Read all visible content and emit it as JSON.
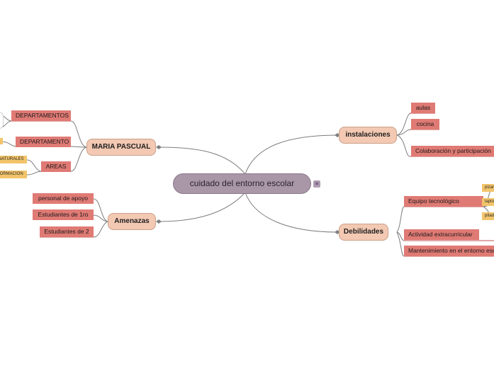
{
  "central": {
    "label": "cuidado del entorno escolar"
  },
  "branches": {
    "maria_pascual": {
      "label": "MARIA PASCUAL",
      "items": [
        "DEPARTAMENTOS",
        "DEPARTAMENTO",
        "AREAS"
      ],
      "leaves": [
        "NATURALES",
        "FORMACION"
      ]
    },
    "amenazas": {
      "label": "Amenazas",
      "items": [
        "personal de apoyo",
        "Estudiantes de 1ro",
        "Estudiantes de 2"
      ]
    },
    "instalaciones": {
      "label": "instalaciones",
      "items": [
        "aulas",
        "cocina",
        "Colaboración y participación"
      ]
    },
    "debilidades": {
      "label": "Debilidades",
      "items": [
        "Equipo tecnológico",
        "Actividad extracurricular",
        "Mantenimiento en el entorno escolar"
      ],
      "leaves": [
        "pizarra",
        "laptop",
        "pitador"
      ]
    }
  },
  "icons": {
    "notes": "notes-icon"
  },
  "colors": {
    "central": "#a997a8",
    "main": "#f3c9b3",
    "sub": "#e07a74",
    "leaf": "#f2c46a",
    "line": "#7a7a7a"
  }
}
